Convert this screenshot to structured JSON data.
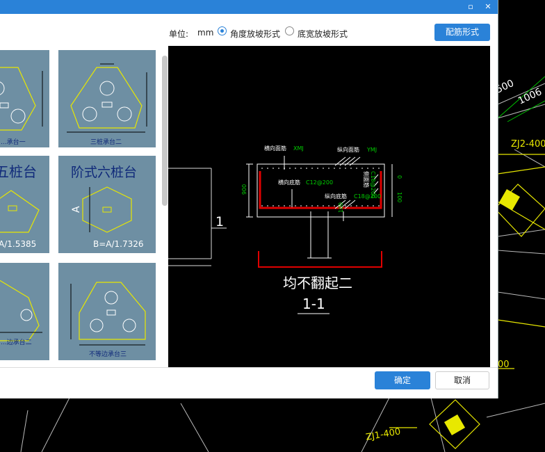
{
  "window": {
    "minimize_icon": "minimize-icon",
    "close_icon": "close-icon"
  },
  "toolbar": {
    "unit_label": "单位:",
    "unit_value": "mm",
    "option_angle": "角度放坡形式",
    "option_width": "底宽放坡形式",
    "selected_option": "角度放坡形式",
    "config_button": "配筋形式"
  },
  "thumbnails": [
    {
      "caption": "...承台一",
      "kind": "triangle-3pile"
    },
    {
      "caption": "三桩承台二",
      "kind": "triangle-3pile"
    },
    {
      "caption": "五桩台",
      "sub": "A/1.5385",
      "kind": "pentagon"
    },
    {
      "caption": "阶式六桩台",
      "sub": "B=A/1.7326",
      "axis": "A",
      "kind": "hexagon"
    },
    {
      "caption": "...边承台二",
      "kind": "irregular"
    },
    {
      "caption": "不等边承台三",
      "kind": "irregular"
    }
  ],
  "preview": {
    "label_top_horiz": "横向面筋",
    "code_top_horiz": "XMJ",
    "label_top_vert": "纵向面筋",
    "code_top_vert": "YMJ",
    "label_bot_horiz": "横向底筋",
    "code_bot_horiz": "C12@200",
    "label_bot_vert": "纵向底筋",
    "code_bot_vert": "C18@200",
    "label_side": "侧面筋",
    "code_side": "C18@200",
    "dim_height": "900",
    "dim_top": "0",
    "dim_bottom": "100",
    "dim_bottom_right": "100",
    "section_marker": "1",
    "note": "均不翻起二",
    "section_title": "1-1"
  },
  "background": {
    "labels": [
      "500",
      "1006",
      "ZJ2-400",
      "ZJ1-400",
      "00"
    ]
  },
  "footer": {
    "ok_button": "确定",
    "cancel_button": "取消"
  },
  "colors": {
    "accent": "#2a82d8",
    "thumb_bg": "#6e8fa3",
    "cad_yellow": "#e8e800",
    "cad_red": "#e00000",
    "cad_green": "#00d000"
  }
}
